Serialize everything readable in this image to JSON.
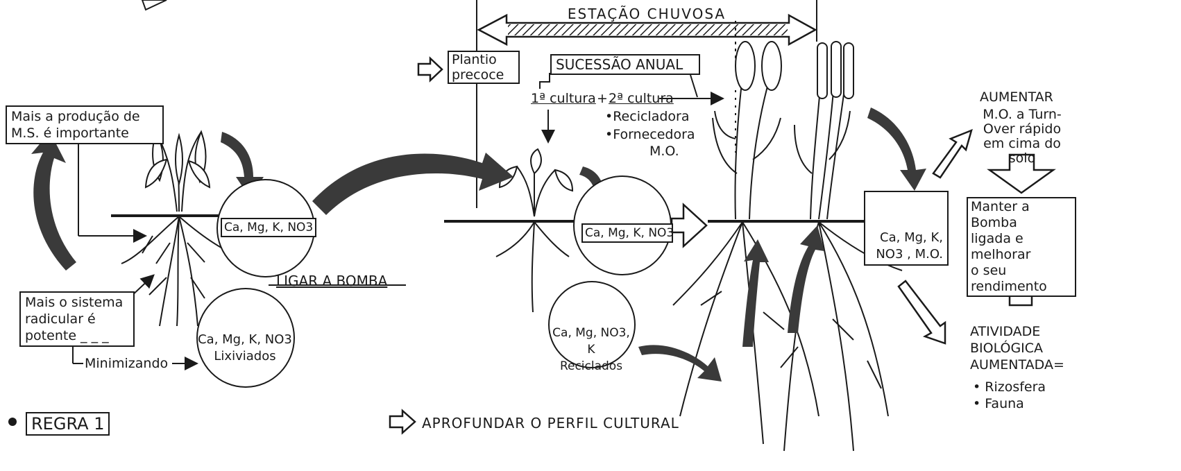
{
  "rainy_season": {
    "label": "ESTAÇÃO CHUVOSA"
  },
  "early_planting": {
    "label": "Plantio\nprecoce"
  },
  "succession": {
    "title": "SUCESSÃO ANUAL",
    "first_crop": "1ª cultura",
    "plus": "+",
    "second_crop": "2ª cultura",
    "items": [
      "•Recicladora",
      "•Fornecedora",
      "M.O."
    ]
  },
  "left_panel": {
    "ms_box": "Mais a produção de\nM.S. é importante",
    "root_box": "Mais o sistema\nradicular é\npotente _ _ _",
    "minimizing": "Minimizando",
    "pump_label": "LIGAR A BOMBA",
    "soil_nutrients": "Ca, Mg, K, NO3",
    "leached": "Ca, Mg, K, NO3\nLixiviados"
  },
  "middle_panel": {
    "soil_nutrients": "Ca, Mg, K, NO3",
    "recycled": "Ca, Mg, NO3, K\nReciclados"
  },
  "right_panel": {
    "soil_box": "Ca, Mg, K,\nNO3 , M.O.",
    "increase": "AUMENTAR",
    "om_text": "M.O. a Turn-\nOver rápido\nem cima do\nsolo",
    "keep_pump": "Manter a Bomba\nligada e melhorar\no seu rendimento",
    "bio_title": "ATIVIDADE\nBIOLÓGICA\nAUMENTADA=",
    "bio_items": [
      "• Rizosfera",
      "• Fauna"
    ]
  },
  "rule": {
    "bullet": "•",
    "label": "REGRA 1",
    "text": "APROFUNDAR O PERFIL CULTURAL"
  },
  "colors": {
    "ink": "#1a1a1a",
    "arrow_fill": "#3a3a3a",
    "paper": "#ffffff"
  }
}
